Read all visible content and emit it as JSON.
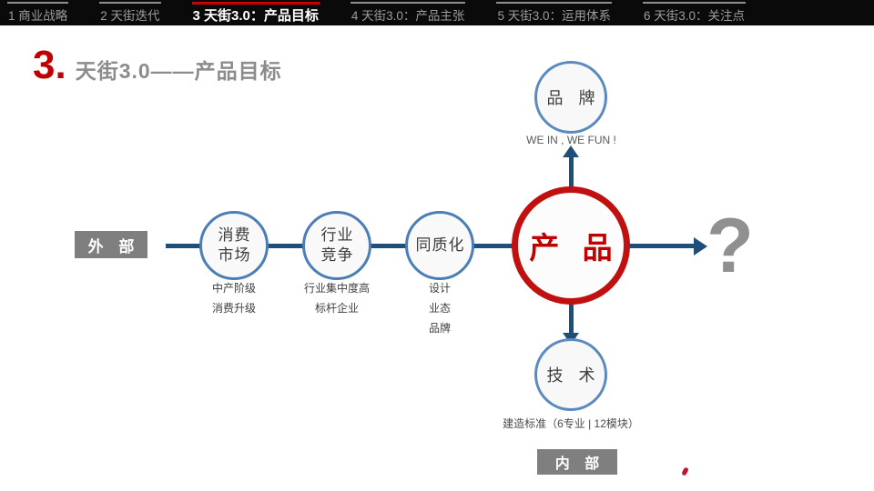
{
  "nav": {
    "active_index": 2,
    "tabs": [
      {
        "label": "1 商业战略"
      },
      {
        "label": "2 天街迭代"
      },
      {
        "label": "3 天街3.0：产品目标"
      },
      {
        "label": "4 天街3.0：产品主张"
      },
      {
        "label": "5 天街3.0：运用体系"
      },
      {
        "label": "6 天街3.0：关注点"
      }
    ]
  },
  "title": {
    "number": "3.",
    "text": "天街3.0——产品目标"
  },
  "diagram": {
    "external_label": "外 部",
    "internal_label": "内 部",
    "question_mark": "?",
    "nodes": [
      {
        "line1": "消费",
        "line2": "市场",
        "sublabels": [
          "中产阶级",
          "消费升级",
          ""
        ]
      },
      {
        "line1": "行业",
        "line2": "竞争",
        "sublabels": [
          "行业集中度高",
          "标杆企业",
          ""
        ]
      },
      {
        "line1": "同质化",
        "line2": "",
        "sublabels": [
          "设计",
          "业态",
          "品牌"
        ]
      }
    ],
    "product": {
      "label": "产 品"
    },
    "brand": {
      "label": "品 牌",
      "caption": "WE IN , WE FUN !"
    },
    "tech": {
      "label": "技 术",
      "caption": "建造标准（6专业 | 12模块）"
    }
  },
  "colors": {
    "accent_red": "#c00000",
    "navy_connector": "#1f4e79",
    "circle_blue": "#4a7eb5",
    "box_gray": "#7f7f7f",
    "title_gray": "#8c8c8c",
    "nav_background": "#0a0a0a"
  }
}
